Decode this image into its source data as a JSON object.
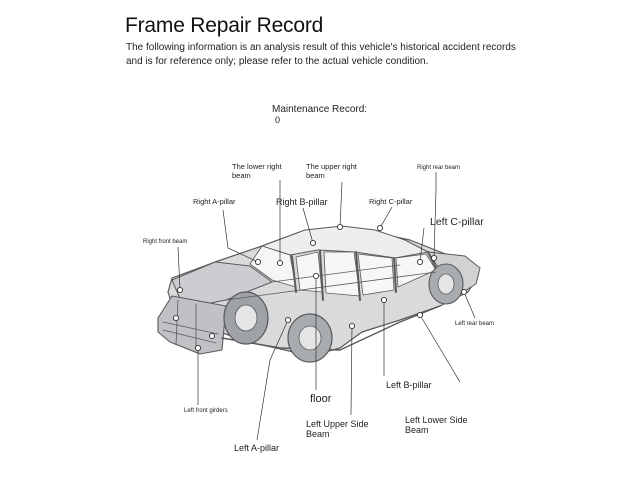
{
  "header": {
    "title": "Frame Repair Record",
    "description": "The following information is an analysis result of this vehicle's historical accident records and is for reference only; please refer to the actual vehicle condition."
  },
  "maintenance": {
    "label": "Maintenance Record:",
    "value": "0"
  },
  "diagram": {
    "labels": {
      "lower_right_beam": "The lower right beam",
      "upper_right_beam": "The upper right beam",
      "right_rear_beam": "Right rear beam",
      "right_a_pillar": "Right A-pillar",
      "right_b_pillar": "Right B-pillar",
      "right_c_pillar": "Right C-pillar",
      "left_c_pillar": "Left C-pillar",
      "right_front_beam": "Right front beam",
      "left_rear_beam": "Left rear beam",
      "left_b_pillar": "Left B-pillar",
      "floor": "floor",
      "left_upper_side_beam": "Left Upper Side Beam",
      "left_lower_side_beam": "Left Lower Side Beam",
      "left_front_girders": "Left front girders",
      "left_a_pillar": "Left A-pillar"
    }
  }
}
